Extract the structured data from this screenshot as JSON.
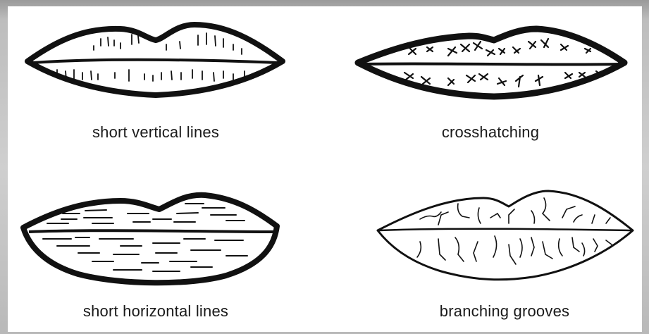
{
  "panels": [
    {
      "caption": "short vertical lines",
      "texture": "short-vertical-lines"
    },
    {
      "caption": "crosshatching",
      "texture": "crosshatching"
    },
    {
      "caption": "short horizontal lines",
      "texture": "short-horizontal-lines"
    },
    {
      "caption": "branching grooves",
      "texture": "branching-grooves"
    }
  ],
  "colors": {
    "ink": "#111111",
    "paper": "#ffffff",
    "frame": "#bdbdbd"
  }
}
